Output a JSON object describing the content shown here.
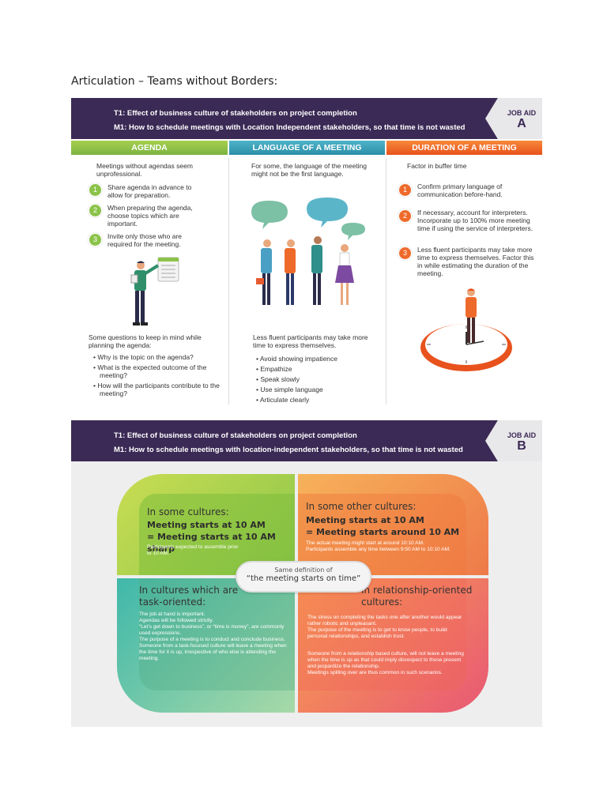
{
  "heading": "Articulation – Teams without Borders:",
  "aidA": {
    "t1": "T1: Effect of business culture of stakeholders on project completion",
    "m1": "M1: How to schedule meetings with Location Independent stakeholders, so that time is not wasted",
    "badge_label": "JOB AID",
    "badge_letter": "A",
    "columns": {
      "agenda": {
        "title": "AGENDA",
        "intro": "Meetings without agendas seem unprofessional.",
        "steps": [
          "Share agenda in advance to allow for preparation.",
          "When preparing the agenda, choose topics which are important.",
          "Invite only those who are required for the meeting."
        ],
        "questions_intro": "Some questions to keep in mind while planning the agenda:",
        "questions": [
          "Why is the topic on the agenda?",
          "What is the expected outcome of the meeting?",
          "How will the participants contribute to the meeting?"
        ]
      },
      "language": {
        "title": "LANGUAGE OF A MEETING",
        "intro": "For some, the language of the meeting might not be the first language.",
        "tips_intro": "Less fluent participants may take more time to express themselves.",
        "tips": [
          "Avoid showing impatience",
          "Empathize",
          "Speak slowly",
          "Use simple language",
          "Articulate clearly"
        ]
      },
      "duration": {
        "title": "DURATION OF A MEETING",
        "intro": "Factor in buffer time",
        "steps": [
          "Confirm primary language of communication before-hand.",
          "If necessary, account for interpreters. Incorporate up to 100% more meeting time if using the service of interpreters.",
          "Less fluent participants may take more time to express themselves. Factor this in while estimating the duration of the meeting."
        ]
      }
    },
    "step_numbers": [
      "1",
      "2",
      "3"
    ],
    "colors": {
      "banner": "#3b2a55",
      "green": "#8bc34a",
      "teal": "#2a8fa8",
      "orange": "#ee6a2b"
    }
  },
  "aidB": {
    "t1": "T1: Effect of business culture of stakeholders on project completion",
    "m1": "M1: How to schedule meetings with location-independent stakeholders, so that time is not wasted",
    "badge_label": "JOB AID",
    "badge_letter": "B",
    "top_left": {
      "title": "In some cultures:",
      "bold1": "Meeting starts at 10 AM",
      "bold2": "= Meeting starts at 10 AM sharp",
      "text": "Participants expected to assemble prior to 10 AM."
    },
    "top_right": {
      "title": "In some other cultures:",
      "bold1": "Meeting starts at 10 AM",
      "bold2": "= Meeting starts around 10 AM",
      "text1": "The actual meeting might start at around 10:10 AM.",
      "text2": "Participants assemble any time between 9:50 AM to 10:10 AM."
    },
    "center": {
      "small": "Same definition of",
      "big": "“the meeting starts on time”"
    },
    "bottom_left": {
      "title1": "In cultures which are",
      "title2": "task-oriented:",
      "lines": [
        "The job at hand is important.",
        "Agendas will be followed strictly.",
        "“Let’s get down to business”, or “time is money”, are commonly used expressions.",
        "The purpose of a meeting is to conduct and conclude business.",
        "Someone from a task-focused culture will leave a meeting when the time for it is up, irrespective of who else is attending the meeting."
      ]
    },
    "bottom_right": {
      "title1": "In relationship-oriented",
      "title2": "cultures:",
      "lines1": [
        "The stress on completing the tasks one after another would appear rather robotic and unpleasant.",
        "The purpose of the meeting is to get to know people, to build personal relationships, and establish trust."
      ],
      "lines2": [
        "Someone from a relationship based culture, will not leave a meeting when the time is up as that could imply disrespect to those present and jeopardize the relationship.",
        "Meetings spilling over are thus common in such scenarios."
      ]
    }
  }
}
